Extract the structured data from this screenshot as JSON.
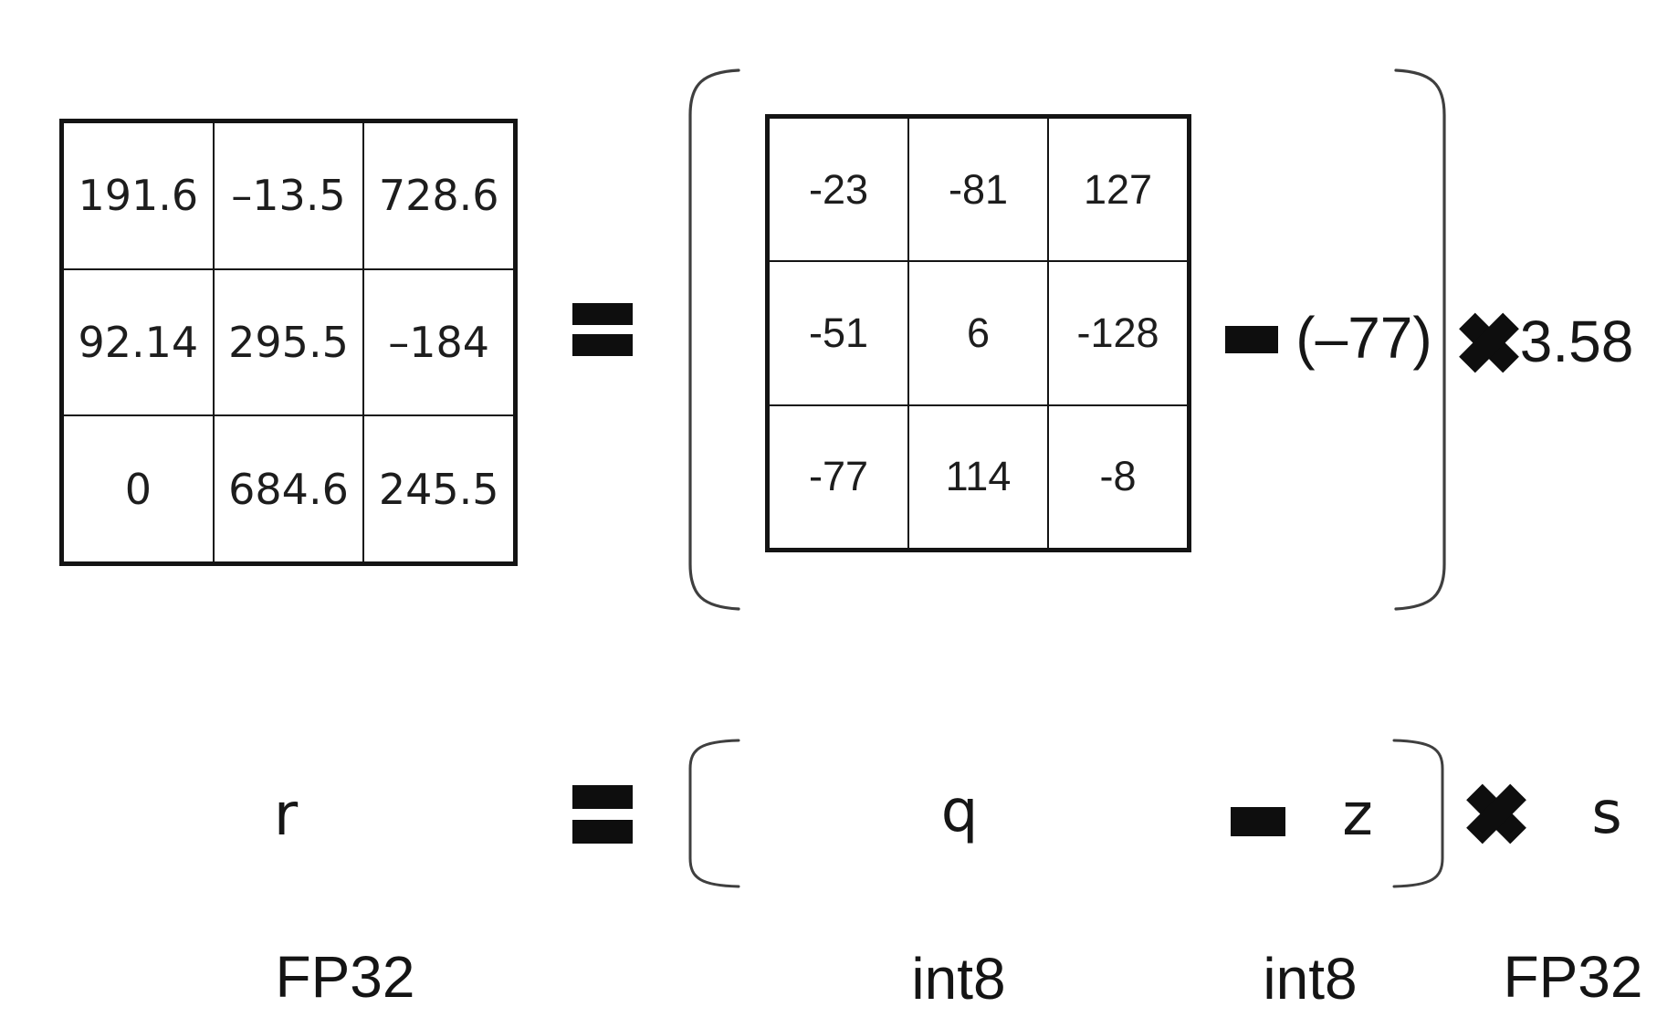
{
  "figure": {
    "description": "dequantization equation r = (q - z) x s",
    "fp32_matrix": {
      "symbol": "r",
      "label": "FP32",
      "rows": [
        [
          "191.6",
          "–13.5",
          "728.6"
        ],
        [
          "92.14",
          "295.5",
          "–184"
        ],
        [
          "0",
          "684.6",
          "245.5"
        ]
      ]
    },
    "int8_matrix": {
      "symbol": "q",
      "label": "int8",
      "rows": [
        [
          "-23",
          "-81",
          "127"
        ],
        [
          "-51",
          "6",
          "-128"
        ],
        [
          "-77",
          "114",
          "-8"
        ]
      ]
    },
    "zero_point": {
      "symbol": "z",
      "label": "int8",
      "value": "(–77)"
    },
    "scale": {
      "symbol": "s",
      "label": "FP32",
      "value": "3.58"
    },
    "operators": {
      "equals": "=",
      "minus": "−",
      "times": "×"
    }
  }
}
